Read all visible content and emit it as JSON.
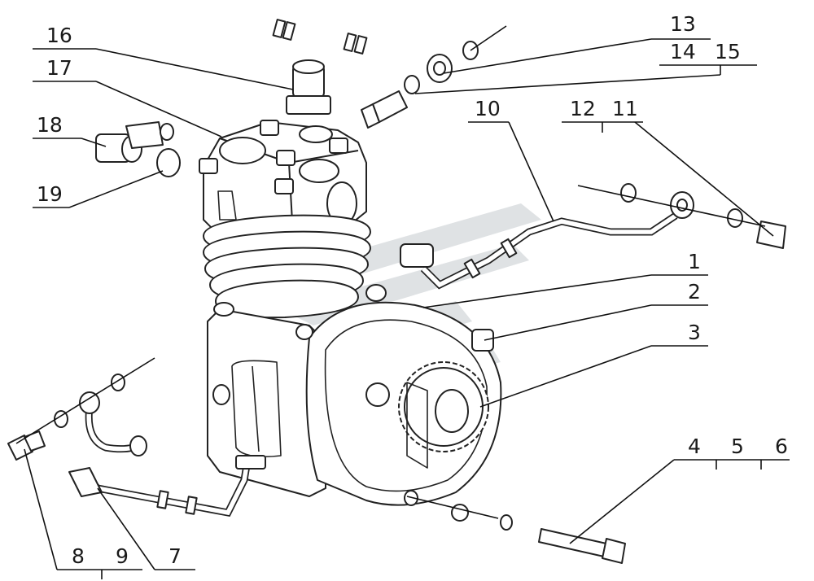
{
  "diagram": {
    "type": "exploded-parts-drawing",
    "accent_color": "#111111",
    "watermark_color": "#c9ced2",
    "callouts": [
      {
        "id": "c1",
        "label": "1"
      },
      {
        "id": "c2",
        "label": "2"
      },
      {
        "id": "c3",
        "label": "3"
      },
      {
        "id": "c4",
        "label": "4"
      },
      {
        "id": "c5",
        "label": "5"
      },
      {
        "id": "c6",
        "label": "6"
      },
      {
        "id": "c7",
        "label": "7"
      },
      {
        "id": "c8",
        "label": "8"
      },
      {
        "id": "c9",
        "label": "9"
      },
      {
        "id": "c10",
        "label": "10"
      },
      {
        "id": "c11",
        "label": "11"
      },
      {
        "id": "c12",
        "label": "12"
      },
      {
        "id": "c13",
        "label": "13"
      },
      {
        "id": "c14",
        "label": "14"
      },
      {
        "id": "c15",
        "label": "15"
      },
      {
        "id": "c16",
        "label": "16"
      },
      {
        "id": "c17",
        "label": "17"
      },
      {
        "id": "c18",
        "label": "18"
      },
      {
        "id": "c19",
        "label": "19"
      }
    ]
  }
}
